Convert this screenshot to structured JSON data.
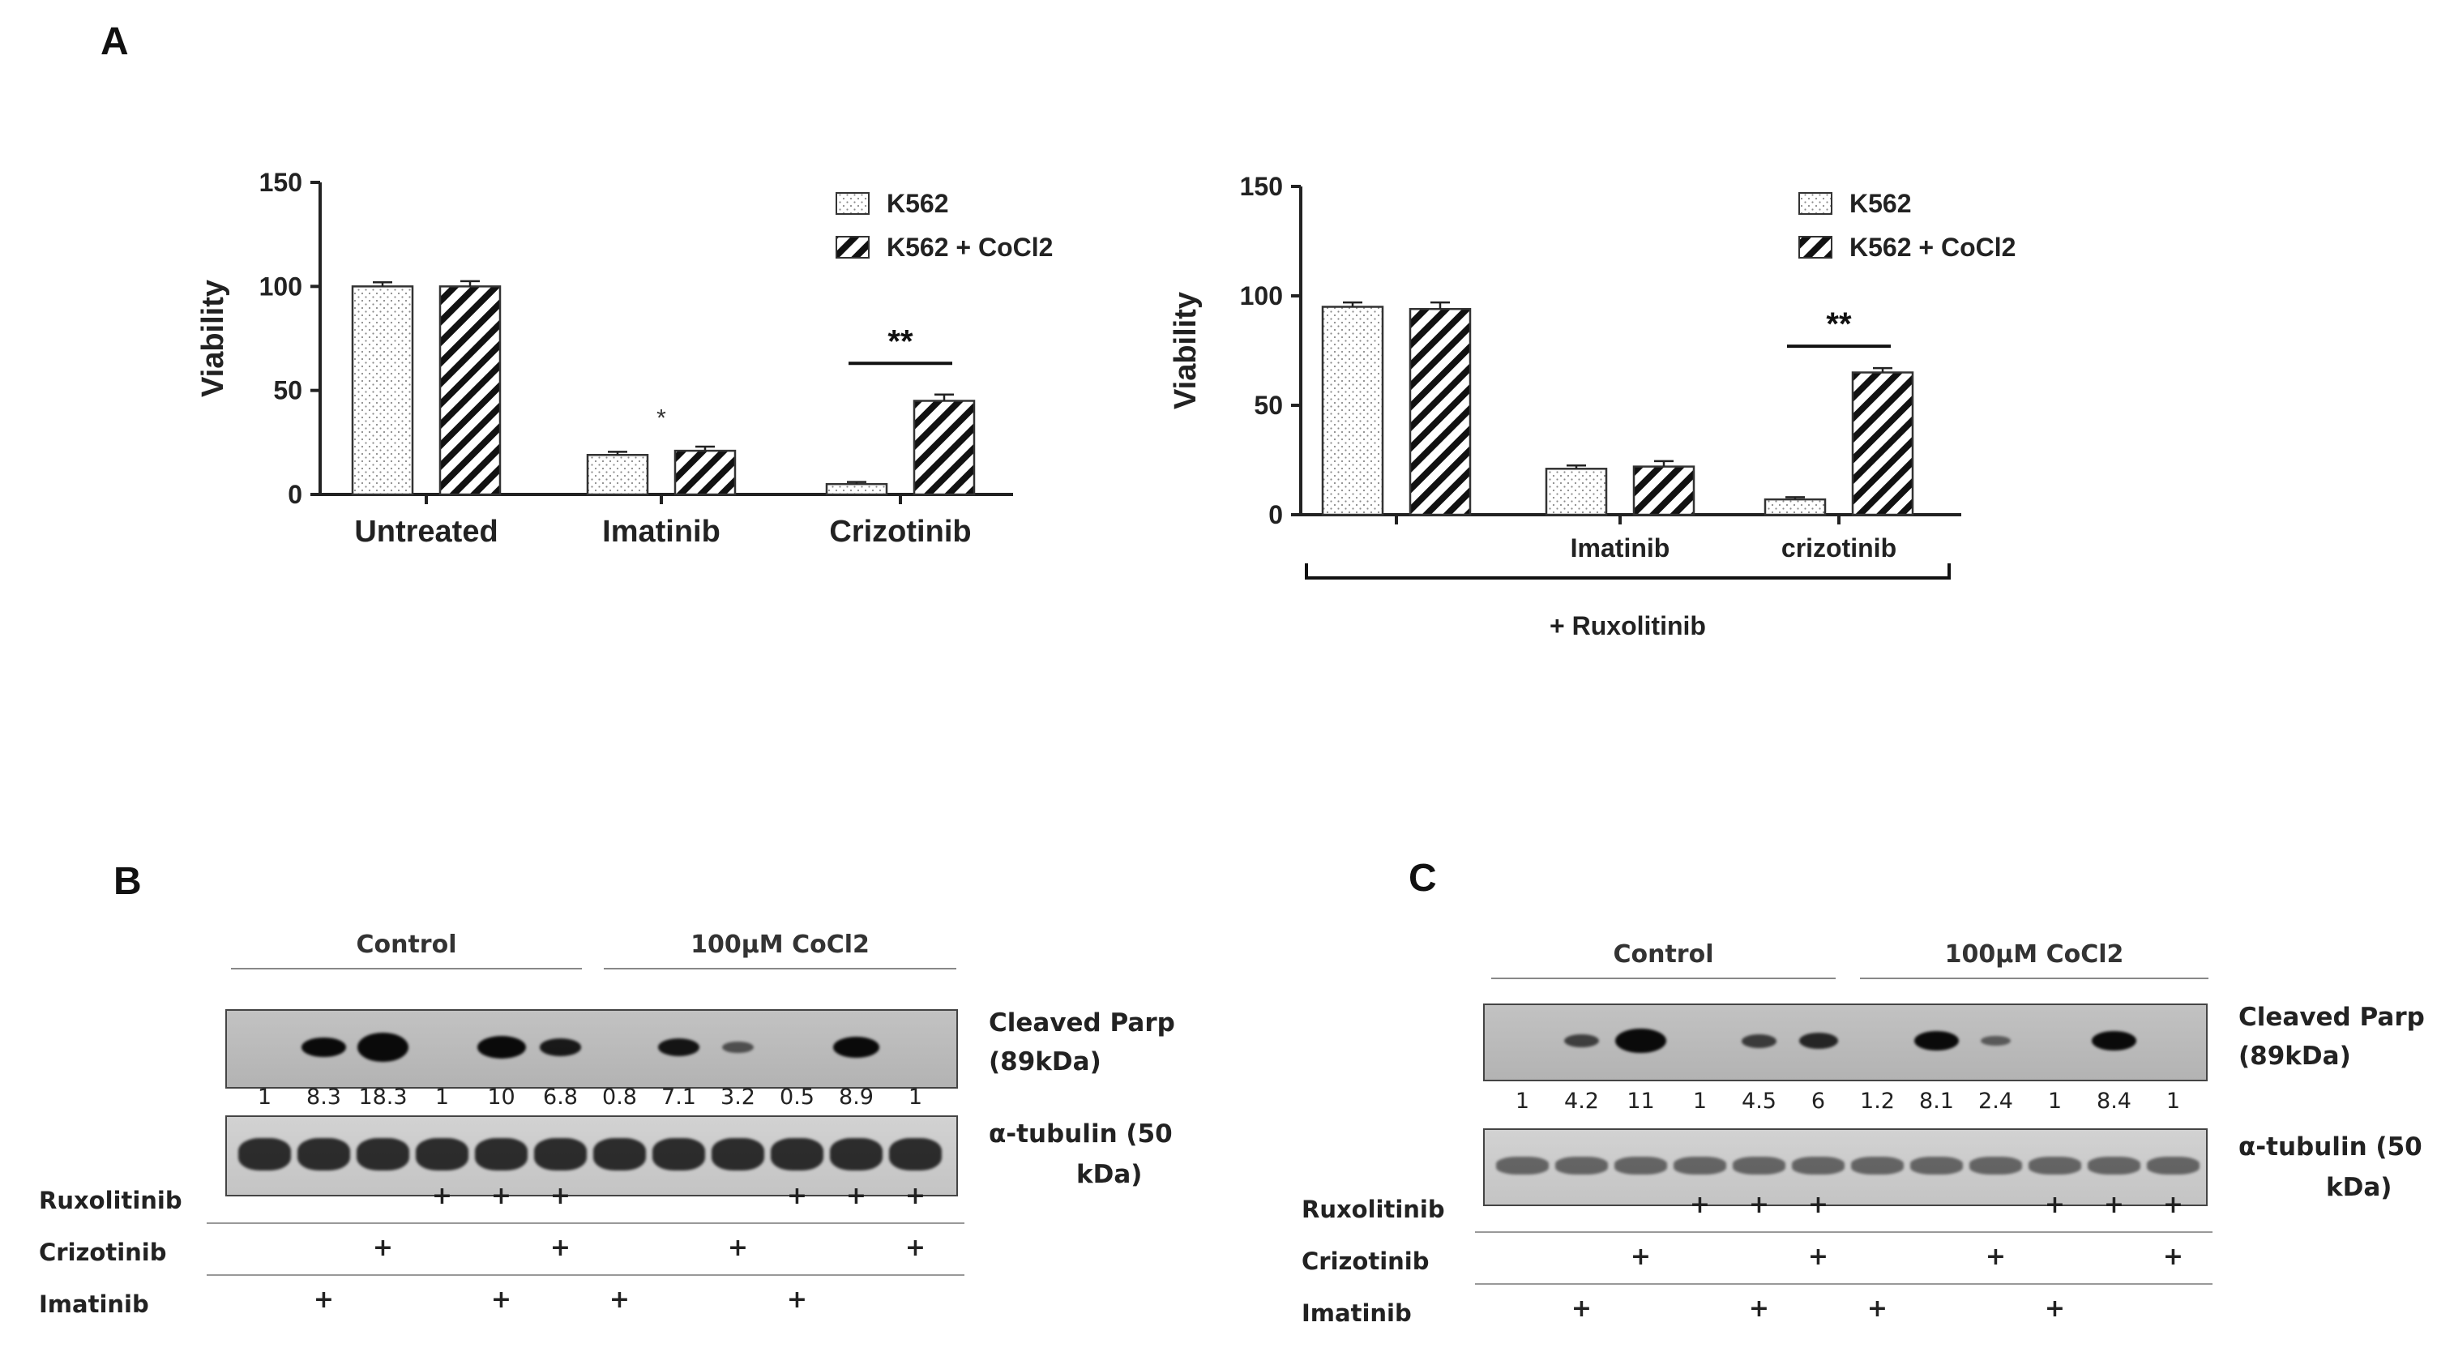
{
  "panel_labels": {
    "a": "A",
    "b": "B",
    "c": "C"
  },
  "chart_data": [
    {
      "type": "bar",
      "id": "chart-left",
      "ylabel": "Viability",
      "ylim": [
        0,
        150
      ],
      "yticks": [
        0,
        50,
        100,
        150
      ],
      "categories": [
        "Untreated",
        "Imatinib",
        "Crizotinib"
      ],
      "series": [
        {
          "name": "K562",
          "values": [
            100,
            19,
            5
          ],
          "errors": [
            2,
            1.5,
            1
          ],
          "pattern": "dots"
        },
        {
          "name": "K562 + CoCl2",
          "values": [
            100,
            21,
            45
          ],
          "errors": [
            2.5,
            2,
            3
          ],
          "pattern": "stripes"
        }
      ],
      "annotations": [
        {
          "text": "*",
          "category": "Imatinib",
          "y": 33
        },
        {
          "text": "**",
          "category": "Crizotinib",
          "y": 63,
          "bracket": true
        }
      ],
      "legend_position": "top-right"
    },
    {
      "type": "bar",
      "id": "chart-right",
      "ylabel": "Viability",
      "ylim": [
        0,
        150
      ],
      "yticks": [
        0,
        50,
        100,
        150
      ],
      "categories": [
        "",
        "Imatinib",
        "crizotinib"
      ],
      "group_label": "+ Ruxolitinib",
      "series": [
        {
          "name": "K562",
          "values": [
            95,
            21,
            7
          ],
          "errors": [
            2,
            1.5,
            1
          ],
          "pattern": "dots"
        },
        {
          "name": "K562 + CoCl2",
          "values": [
            94,
            22,
            65
          ],
          "errors": [
            3,
            2.5,
            2
          ],
          "pattern": "stripes"
        }
      ],
      "annotations": [
        {
          "text": "**",
          "category": "crizotinib",
          "y": 77,
          "bracket": true
        }
      ],
      "legend_position": "top-right"
    }
  ],
  "blot_b": {
    "group_control": "Control",
    "group_cocl2": "100μM CoCl2",
    "band1_label_1": "Cleaved Parp",
    "band1_label_2": "(89kDa)",
    "band2_label_1": "α-tubulin   (50",
    "band2_label_2": "kDa)",
    "quant": [
      "1",
      "8.3",
      "18.3",
      "1",
      "10",
      "6.8",
      "0.8",
      "7.1",
      "3.2",
      "0.5",
      "8.9",
      "1"
    ],
    "rows": [
      {
        "label": "Ruxolitinib",
        "marks": [
          false,
          false,
          false,
          true,
          true,
          true,
          false,
          false,
          false,
          true,
          true,
          true
        ]
      },
      {
        "label": "Crizotinib",
        "marks": [
          false,
          false,
          true,
          false,
          false,
          true,
          false,
          false,
          true,
          false,
          false,
          true
        ]
      },
      {
        "label": "Imatinib",
        "marks": [
          false,
          true,
          false,
          false,
          true,
          false,
          true,
          false,
          false,
          true,
          false,
          false
        ]
      }
    ]
  },
  "blot_c": {
    "group_control": "Control",
    "group_cocl2": "100μM CoCl2",
    "band1_label_1": "Cleaved Parp",
    "band1_label_2": "(89kDa)",
    "band2_label_1": "α-tubulin   (50",
    "band2_label_2": "kDa)",
    "quant": [
      "1",
      "4.2",
      "11",
      "1",
      "4.5",
      "6",
      "1.2",
      "8.1",
      "2.4",
      "1",
      "8.4",
      "1"
    ],
    "rows": [
      {
        "label": "Ruxolitinib",
        "marks": [
          false,
          false,
          false,
          true,
          true,
          true,
          false,
          false,
          false,
          true,
          true,
          true
        ]
      },
      {
        "label": "Crizotinib",
        "marks": [
          false,
          false,
          true,
          false,
          false,
          true,
          false,
          false,
          true,
          false,
          false,
          true
        ]
      },
      {
        "label": "Imatinib",
        "marks": [
          false,
          true,
          false,
          false,
          true,
          false,
          true,
          false,
          false,
          true,
          false,
          false
        ]
      }
    ]
  }
}
